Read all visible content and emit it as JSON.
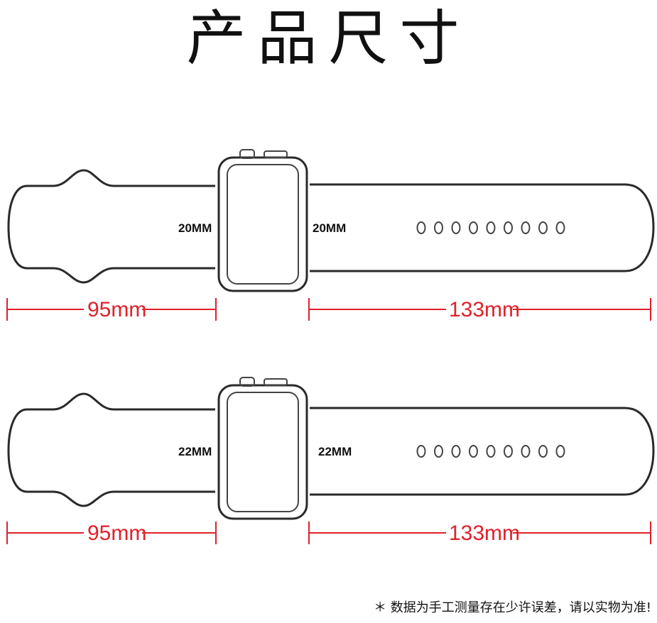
{
  "title": "产品尺寸",
  "bands": [
    {
      "left_lug_label": "20MM",
      "right_lug_label": "20MM",
      "short_strap_length": "95mm",
      "long_strap_length": "133mm",
      "hole_count": 9
    },
    {
      "left_lug_label": "22MM",
      "right_lug_label": "22MM",
      "short_strap_length": "95mm",
      "long_strap_length": "133mm",
      "hole_count": 9
    }
  ],
  "note": "＊ 数据为手工测量存在少许误差，请以实物为准!",
  "colors": {
    "outline": "#2a2a2a",
    "dimension": "#e0202a"
  }
}
